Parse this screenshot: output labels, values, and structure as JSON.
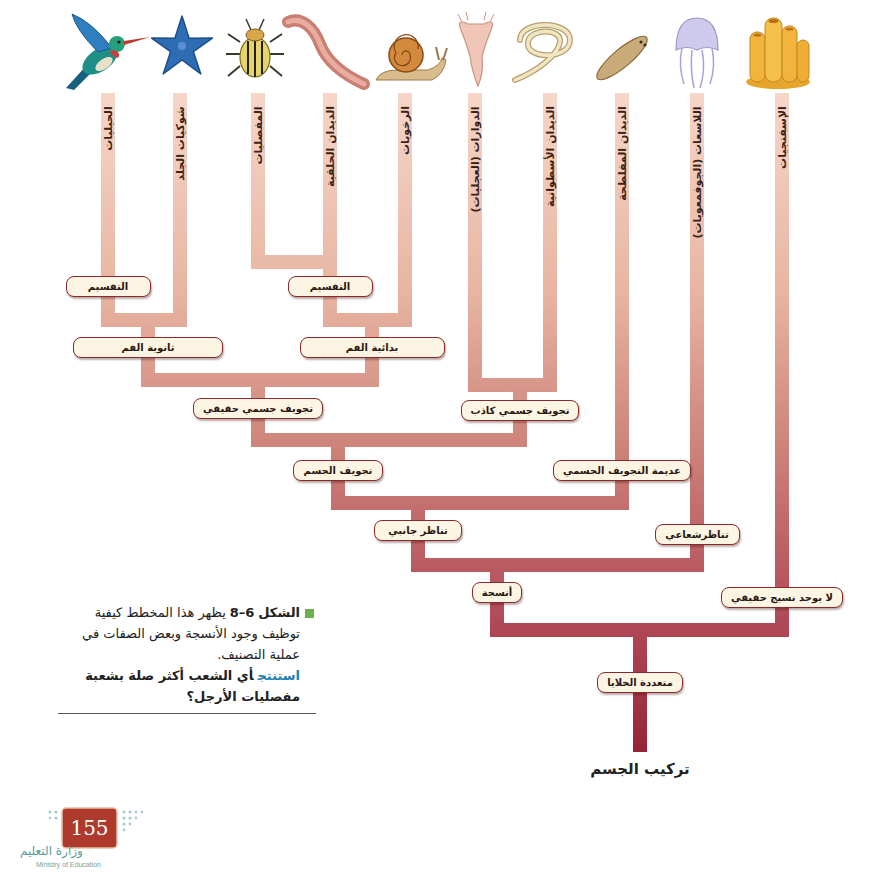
{
  "diagram": {
    "caption": "يظهر هذا المخطط كيفية توظيف وجود الأنسجة وبعض الصفات في عملية التصنيف.",
    "nodes": [
      {
        "text": [
          "التقسيم"
        ]
      },
      {
        "text": [
          "التقسيم"
        ]
      },
      {
        "text": [
          "بدائية الفم"
        ]
      },
      {
        "text": [
          "ثانوية الفم"
        ]
      },
      {
        "text": [
          "تجويف جسمي كاذب"
        ]
      },
      {
        "text": [
          "تجويف جسمي حقيقي"
        ]
      },
      {
        "text": [
          "عديمة التجويف الجسمي"
        ]
      },
      {
        "text": [
          "تجويف الجسم"
        ]
      },
      {
        "text": [
          "تناظرشعاعي"
        ]
      },
      {
        "text": [
          "تناظر جانبي"
        ]
      },
      {
        "text": [
          "لا يوجد نسيج حقيقي"
        ]
      },
      {
        "text": [
          "أنسجة"
        ]
      },
      {
        "text": [
          "متعددة الخلايا"
        ]
      }
    ],
    "edges": [
      {
        "from": 12,
        "to": 11,
        "arrow": "none"
      },
      {
        "from": 12,
        "to": 10,
        "arrow": "none"
      },
      {
        "from": 11,
        "to": 9,
        "arrow": "none"
      },
      {
        "from": 11,
        "to": 8,
        "arrow": "none"
      },
      {
        "from": 9,
        "to": 7,
        "arrow": "none"
      },
      {
        "from": 9,
        "to": 6,
        "arrow": "none"
      },
      {
        "from": 7,
        "to": 5,
        "arrow": "none"
      },
      {
        "from": 7,
        "to": 4,
        "arrow": "none"
      },
      {
        "from": 5,
        "to": 3,
        "arrow": "none"
      },
      {
        "from": 5,
        "to": 2,
        "arrow": "none"
      },
      {
        "from": 3,
        "to": 1,
        "arrow": "none"
      },
      {
        "from": 2,
        "to": 0,
        "arrow": "none"
      }
    ],
    "labels": [
      "الإسفنجيات",
      "اللاسعات (الجوفمعويات)",
      "الديدان المفلطحة",
      "الديدان الأسطوانية",
      "الدوارات (العجليات)",
      "الرخويات",
      "الديدان الحلقية",
      "المفصليات",
      "شوكيات الجلد",
      "الحبليات",
      "تركيب الجسم",
      "الشكل",
      "8–6",
      "استنتج",
      "أي الشعب أكثر صلة بشعبة مفصليات الأرجل؟",
      "155",
      "وزارة التعليم",
      "Ministry of Education"
    ]
  }
}
